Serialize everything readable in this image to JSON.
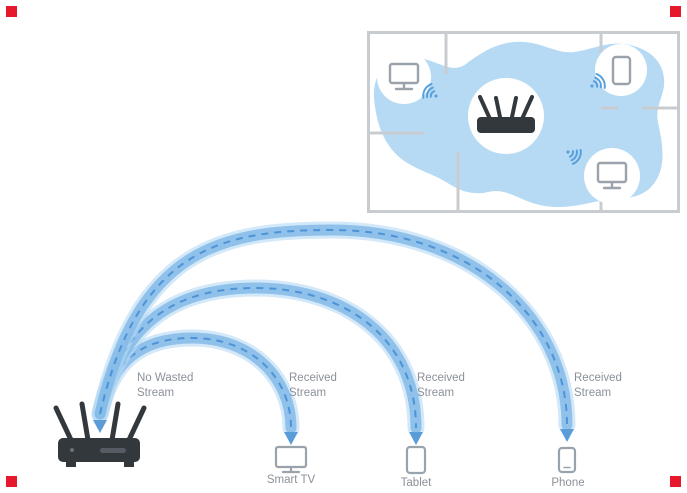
{
  "colors": {
    "coverage_blue": "#aed6f3",
    "beam_band_blue": "#82bae8",
    "beam_halo_blue": "#b5d8f3",
    "beam_dash_blue": "#4d93d8",
    "arrow_blue": "#5a9cd8",
    "wall_gray": "#c8ccd0",
    "device_gray": "#9aa3ab",
    "router_dark": "#33383d",
    "label_gray": "#8b9199",
    "corner_marker_red": "#e5182c"
  },
  "icons": {
    "router": "router-icon",
    "monitor": "monitor-icon",
    "tablet": "tablet-icon",
    "phone": "phone-icon",
    "wifi": "wifi-signal-icon",
    "arrow": "down-arrow-icon"
  },
  "beam": {
    "streams": [
      {
        "label": "No Wasted\nStream"
      },
      {
        "label": "Received\nStream"
      },
      {
        "label": "Received\nStream"
      },
      {
        "label": "Received\nStream"
      }
    ],
    "devices": [
      {
        "name": "Smart TV"
      },
      {
        "name": "Tablet"
      },
      {
        "name": "Phone"
      }
    ]
  }
}
